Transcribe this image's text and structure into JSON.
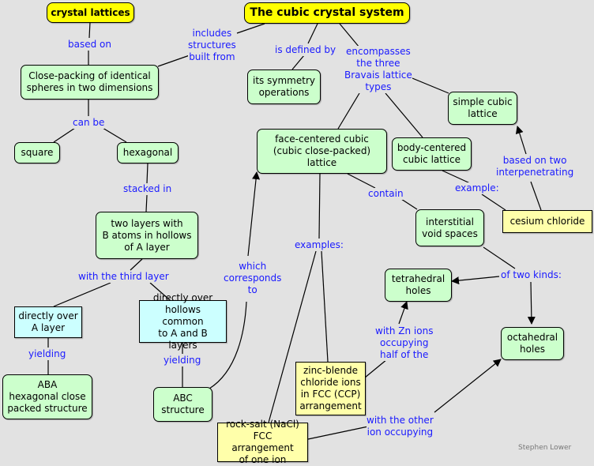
{
  "nodes": {
    "cubic_system": "The cubic crystal system",
    "crystal_lattices": "crystal lattices",
    "close_packing": "Close-packing of identical\nspheres in two dimensions",
    "symmetry": "its symmetry\noperations",
    "simple_cubic": "simple cubic\nlattice",
    "square": "square",
    "hexagonal": "hexagonal",
    "fcc": "face-centered cubic\n(cubic close-packed)\nlattice",
    "bcc": "body-centered\ncubic lattice",
    "cesium": "cesium chloride",
    "two_layers": "two layers with\nB atoms in hollows\nof A layer",
    "interstitial": "interstitial\nvoid spaces",
    "tetrahedral": "tetrahedral\nholes",
    "directly_over_a": "directly over\nA layer",
    "directly_over_hollows": "directly over\nhollows common\nto A and B layers",
    "octahedral": "octahedral\nholes",
    "aba": "ABA\nhexagonal close\npacked structure",
    "zinc_blende": "zinc-blende\nchloride ions\nin FCC (CCP)\narrangement",
    "abc": "ABC\nstructure",
    "rock_salt": "rock-salt (NaCl)\nFCC arrangement\nof one ion"
  },
  "links": {
    "based_on": "based on",
    "includes": "includes\nstructures\nbuilt from",
    "defined_by": "is defined by",
    "encompasses": "encompasses\nthe three\nBravais lattice\ntypes",
    "can_be": "can be",
    "based_on_two": "based on two\ninterpenetrating",
    "stacked_in": "stacked in",
    "example": "example:",
    "contain": "contain",
    "examples": "examples:",
    "which_corresponds": "which\ncorresponds\nto",
    "with_third": "with the third layer",
    "of_two_kinds": "of two kinds:",
    "yielding1": "yielding",
    "yielding2": "yielding",
    "with_zn": "with Zn ions\noccupying\nhalf of the",
    "with_other": "with the other\nion occupying"
  },
  "credit": "Stephen Lower"
}
